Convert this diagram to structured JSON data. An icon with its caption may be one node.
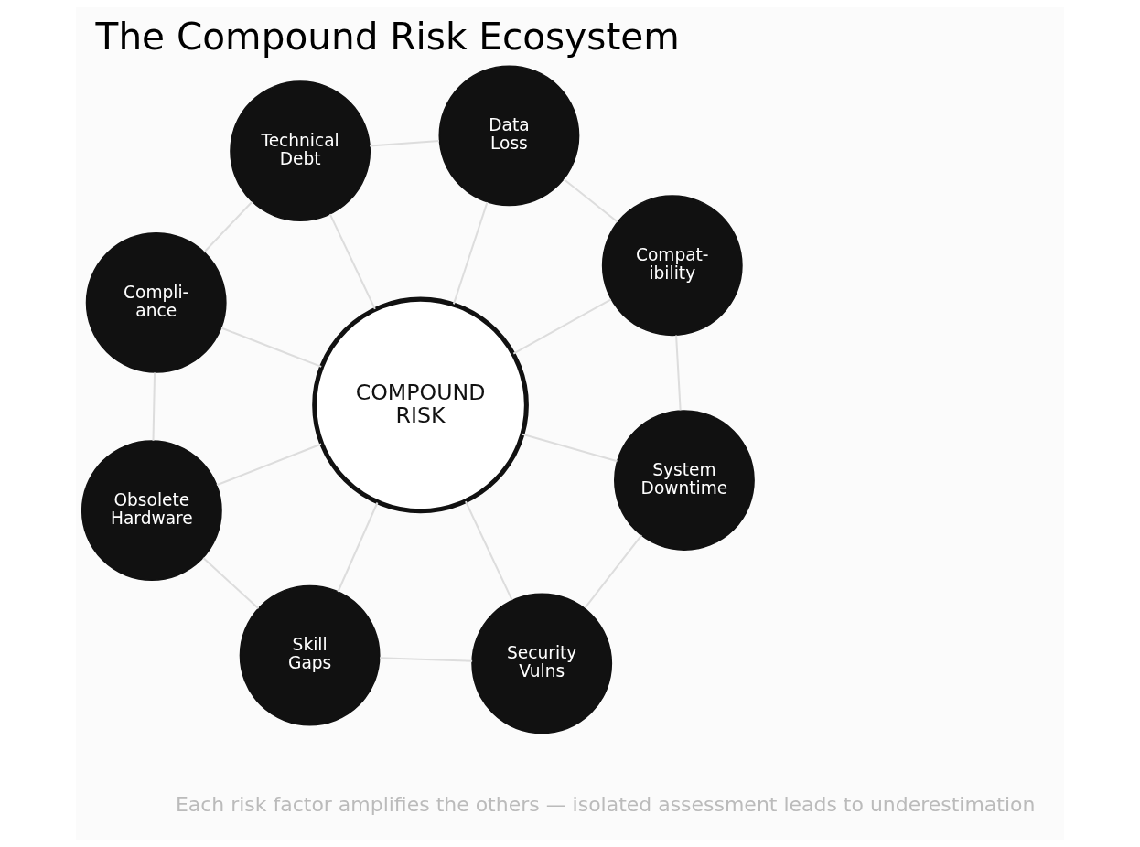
{
  "diagram": {
    "title": "The Compound Risk Ecosystem",
    "caption": "Each risk factor amplifies the others — isolated assessment leads to underestimation",
    "nodes": [
      {
        "text": [
          "Technical Debt"
        ]
      },
      {
        "text": [
          "Compli- ance"
        ]
      },
      {
        "text": [
          "Data Loss"
        ]
      },
      {
        "text": [
          "Obsolete Hardware"
        ]
      },
      {
        "text": [
          "COMPOUND RISK"
        ]
      },
      {
        "text": [
          "Compat- ibility"
        ]
      },
      {
        "text": [
          "Skill Gaps"
        ]
      },
      {
        "text": [
          "System Downtime"
        ]
      },
      {
        "text": [
          "Security Vulns"
        ]
      }
    ],
    "edges": [
      {
        "from": 4,
        "to": 0,
        "arrow": "none"
      },
      {
        "from": 4,
        "to": 2,
        "arrow": "none"
      },
      {
        "from": 4,
        "to": 5,
        "arrow": "none"
      },
      {
        "from": 4,
        "to": 7,
        "arrow": "none"
      },
      {
        "from": 4,
        "to": 8,
        "arrow": "none"
      },
      {
        "from": 4,
        "to": 6,
        "arrow": "none"
      },
      {
        "from": 4,
        "to": 3,
        "arrow": "none"
      },
      {
        "from": 4,
        "to": 1,
        "arrow": "none"
      },
      {
        "from": 1,
        "to": 0,
        "arrow": "none"
      },
      {
        "from": 0,
        "to": 2,
        "arrow": "none"
      },
      {
        "from": 2,
        "to": 5,
        "arrow": "none"
      },
      {
        "from": 5,
        "to": 7,
        "arrow": "none"
      },
      {
        "from": 7,
        "to": 8,
        "arrow": "none"
      },
      {
        "from": 8,
        "to": 6,
        "arrow": "none"
      },
      {
        "from": 6,
        "to": 3,
        "arrow": "none"
      },
      {
        "from": 3,
        "to": 1,
        "arrow": "none"
      }
    ]
  }
}
